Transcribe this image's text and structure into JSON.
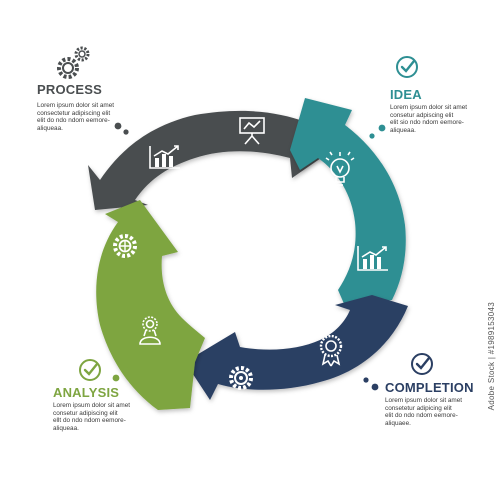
{
  "steps": {
    "process": {
      "title": "PROCESS",
      "lines": [
        "Lorem ipsum dolor sit amet",
        "consectetur adipiscing elit",
        "elit do ndo ndom eemore-",
        "aliqueaa."
      ],
      "color": "#4a4e50"
    },
    "idea": {
      "title": "IDEA",
      "lines": [
        "Lorem ipsum dolor sit amet",
        "consetur adpiscing elit",
        "elit sio ndo ndom eemore-",
        "aliqueaa."
      ],
      "color": "#2e8f93"
    },
    "completion": {
      "title": "COMPLETION",
      "lines": [
        "Lorem ipsum dolor sit amet",
        "consetetur adipicing elit",
        "elit do ndo ndom eemore-",
        "aliquaee."
      ],
      "color": "#2b3f63"
    },
    "analysis": {
      "title": "ANALYSIS",
      "lines": [
        "Lorem ipsum dolor sit amet",
        "consetur adipiscing elit",
        "ellt do ndo ndom eemore-",
        "aliqueaa."
      ],
      "color": "#7ea541"
    }
  },
  "icons": {
    "process_header": "gears-icon",
    "idea_header": "checkmark-circle-icon",
    "analysis_header": "checkmark-circle-icon",
    "completion_header": "checkmark-circle-icon",
    "arrow_process": [
      "bar-chart-icon",
      "presentation-board-icon"
    ],
    "arrow_idea": [
      "lightbulb-icon",
      "bar-chart-icon"
    ],
    "arrow_completion": [
      "gear-icon",
      "award-medal-icon"
    ],
    "arrow_analysis": [
      "gear-icon",
      "person-certificate-icon"
    ]
  },
  "watermark": "Adobe Stock | #1989153043"
}
